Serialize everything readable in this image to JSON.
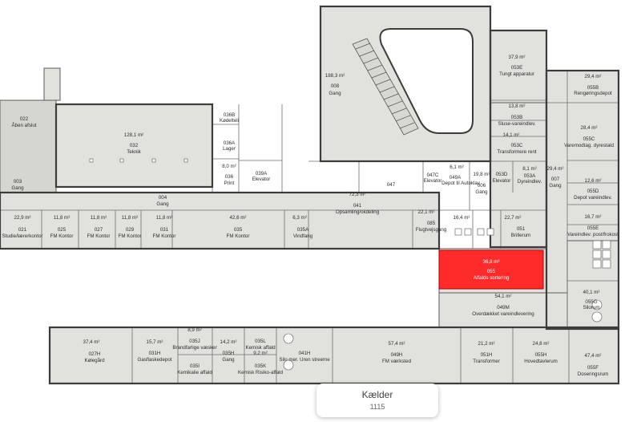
{
  "floor": {
    "name": "Kælder",
    "code": "1115"
  },
  "colors": {
    "room": "#e1e1dd",
    "highlight": "#ff2a2a",
    "wall": "#3c3c3c"
  },
  "rooms": {
    "r008": {
      "area": "188,3 m²",
      "id": "008",
      "name": "Gang"
    },
    "r053e": {
      "area": "37,9 m²",
      "id": "053E",
      "name": "Tungt apparatur"
    },
    "r055b": {
      "area": "29,4 m²",
      "id": "055B",
      "name": "Rengøringsdepot"
    },
    "r053b": {
      "area": "13,8 m²",
      "id": "053B",
      "name": "Sluse-vareindlev."
    },
    "r053c": {
      "area": "14,1 m²",
      "id": "053C",
      "name": "Transformere rent"
    },
    "r055c": {
      "area": "28,4 m²",
      "id": "055C",
      "name": "Varemodtag. dyrestald"
    },
    "r022": {
      "area": "",
      "id": "022",
      "name": "Åben afslut"
    },
    "r032": {
      "area": "128,1 m²",
      "id": "032",
      "name": "Teknik"
    },
    "r036b": {
      "area": "",
      "id": "036B",
      "name": "Kødelteli"
    },
    "r036a": {
      "area": "",
      "id": "036A",
      "name": "Lager"
    },
    "r036": {
      "area": "8,0 m²",
      "id": "036",
      "name": "Print"
    },
    "r039a": {
      "area": "",
      "id": "039A",
      "name": "Elevator"
    },
    "r004": {
      "area": "",
      "id": "004",
      "name": "Gang"
    },
    "r003": {
      "area": "",
      "id": "003",
      "name": "Gang"
    },
    "r021": {
      "area": "22,9 m²",
      "id": "021",
      "name": "Studie/lærerkontor"
    },
    "r025": {
      "area": "11,8 m²",
      "id": "025",
      "name": "FM Kontor"
    },
    "r027": {
      "area": "11,8 m²",
      "id": "027",
      "name": "FM Kontor"
    },
    "r029": {
      "area": "11,8 m²",
      "id": "029",
      "name": "FM Kontor"
    },
    "r031": {
      "area": "11,8 m²",
      "id": "031",
      "name": "FM Kontor"
    },
    "r035": {
      "area": "42,6 m²",
      "id": "035",
      "name": "FM Kontor"
    },
    "r035a": {
      "area": "6,3 m²",
      "id": "035A",
      "name": "Vindfang"
    },
    "r041": {
      "area": "72,3 m²",
      "id": "041",
      "name": "Opsamling/okdeling"
    },
    "r047": {
      "area": "",
      "id": "047",
      "name": ""
    },
    "r047c": {
      "area": "6,1 m²",
      "id": "047C",
      "name": "Elevator"
    },
    "r049a": {
      "area": "",
      "id": "049A",
      "name": "Depot til Autoklav"
    },
    "r006": {
      "area": "19,8 m²",
      "id": "006",
      "name": "Gang"
    },
    "r053d": {
      "area": "",
      "id": "053D",
      "name": "Elevator"
    },
    "r053a": {
      "area": "8,1 m²",
      "id": "053A",
      "name": "Dyreindlev."
    },
    "r007": {
      "area": "29,4 m²",
      "id": "007",
      "name": "Gang"
    },
    "r055d": {
      "area": "12,6 m²",
      "id": "055D",
      "name": "Depot vareindlev."
    },
    "r055e": {
      "area": "16,7 m²",
      "id": "055E",
      "name": "Vareindlev. post/frokost"
    },
    "r085": {
      "area": "22,1 m²",
      "id": "085",
      "name": "Flugtvejsgang"
    },
    "r049l": {
      "area": "16,4 m²",
      "id": "",
      "name": ""
    },
    "r051": {
      "area": "22,7 m²",
      "id": "051",
      "name": "Brillerum"
    },
    "r055": {
      "area": "36,8 m²",
      "id": "055",
      "name": "Affalds sortering"
    },
    "r049m": {
      "area": "54,1 m²",
      "id": "049M",
      "name": "Overdækket vareindlevering"
    },
    "r055g": {
      "area": "40,1 m²",
      "id": "055G",
      "name": "Silorum"
    },
    "r027h": {
      "area": "37,4 m²",
      "id": "027H",
      "name": "Kølegård"
    },
    "r031h": {
      "area": "15,7 m²",
      "id": "031H",
      "name": "Gasflaskedepot"
    },
    "r035j": {
      "area": "8,9 m²",
      "id": "035J",
      "name": "Brandfarlige væsker"
    },
    "r035i": {
      "area": "",
      "id": "035I",
      "name": "Kemikalie affald"
    },
    "r035h": {
      "area": "14,2 m²",
      "id": "035H",
      "name": "Gang"
    },
    "r035k": {
      "area": "9,2 m²",
      "id": "035K",
      "name": "Kemisk Risiko-affald"
    },
    "r035l": {
      "area": "",
      "id": "035L",
      "name": "Kemisk affald"
    },
    "r041h": {
      "area": "",
      "id": "041H",
      "name": "Silo mer. Uren streeme"
    },
    "r049h": {
      "area": "57,4 m²",
      "id": "049H",
      "name": "FM værksted"
    },
    "r051h": {
      "area": "21,2 m²",
      "id": "051H",
      "name": "Transformer"
    },
    "r055h": {
      "area": "24,8 m²",
      "id": "055H",
      "name": "Hovedtavlerum"
    },
    "r055f": {
      "area": "47,4 m²",
      "id": "055F",
      "name": "Doseringsrum"
    }
  }
}
